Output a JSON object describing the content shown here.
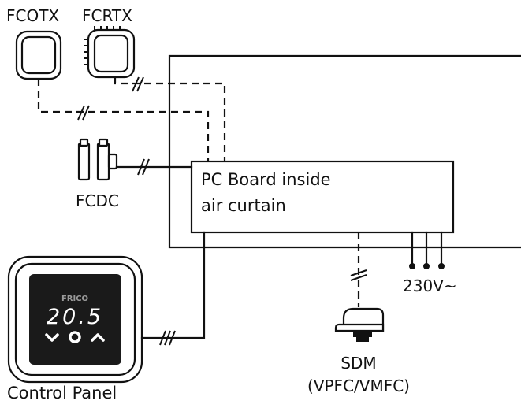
{
  "labels": {
    "fcotx": "FCOTX",
    "fcrtx": "FCRTX",
    "fcdc": "FCDC",
    "board_line1": "PC Board inside",
    "board_line2": "air curtain",
    "control_panel": "Control Panel",
    "panel_brand": "FRICO",
    "panel_temp": "20.5",
    "power": "230V~",
    "sdm": "SDM",
    "sdm_sub": "(VPFC/VMFC)"
  }
}
